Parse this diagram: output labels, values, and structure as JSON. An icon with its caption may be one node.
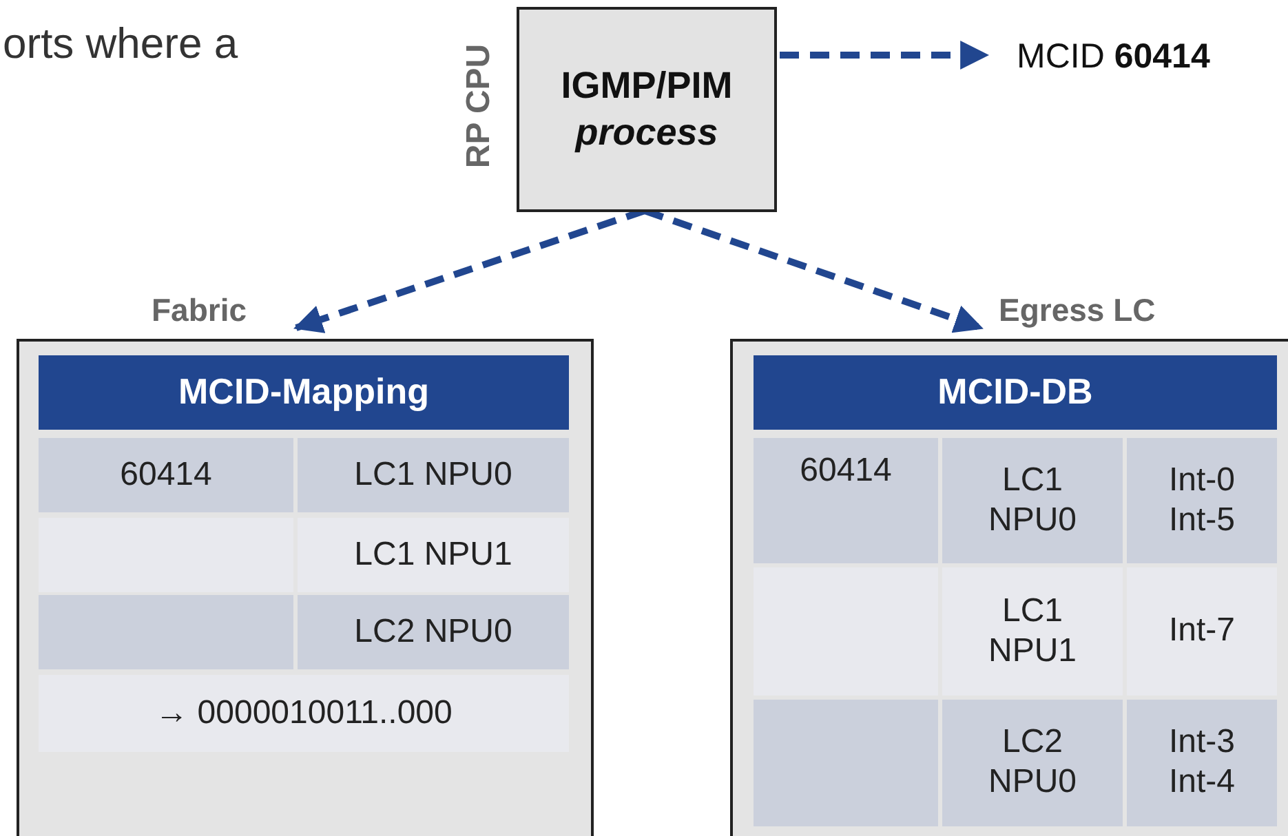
{
  "diagram": {
    "nodes": [
      {
        "text": [
          "IGMP/PIM *process*"
        ],
        "beside": [
          "RP CPU"
        ]
      },
      {
        "text": [
          "MCID **60414**"
        ]
      },
      {
        "text": [
          "Fabric"
        ]
      },
      {
        "text": [
          "Egress LC"
        ]
      }
    ],
    "edges": [
      {
        "from": 0,
        "to": 1,
        "arrow": "to",
        "style": "dashed"
      },
      {
        "from": 0,
        "to": 2,
        "arrow": "to",
        "style": "dashed"
      },
      {
        "from": 0,
        "to": 3,
        "arrow": "to",
        "style": "dashed"
      }
    ],
    "labels": [
      "orts where a",
      "MCID-Mapping",
      "60414",
      "LC1 NPU0",
      "LC1 NPU1",
      "LC2 NPU0",
      "→ 0000010011..000",
      "MCID-DB",
      "60414",
      "LC1 NPU0",
      "Int-0 Int-5",
      "LC1 NPU1",
      "Int-7",
      "LC2 NPU0",
      "Int-3 Int-4"
    ]
  }
}
